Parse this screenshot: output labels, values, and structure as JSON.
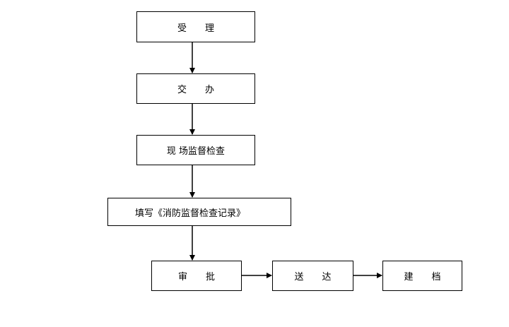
{
  "flowchart": {
    "steps": {
      "accept": "受　　理",
      "assign": "交　　办",
      "inspect": "现 场监督检查",
      "record": "填写《消防监督检查记录》",
      "approve": "审　　批",
      "deliver": "送　　达",
      "archive": "建　　档"
    }
  },
  "colors": {
    "line": "#000000",
    "box_border": "#000000",
    "background": "#ffffff"
  }
}
